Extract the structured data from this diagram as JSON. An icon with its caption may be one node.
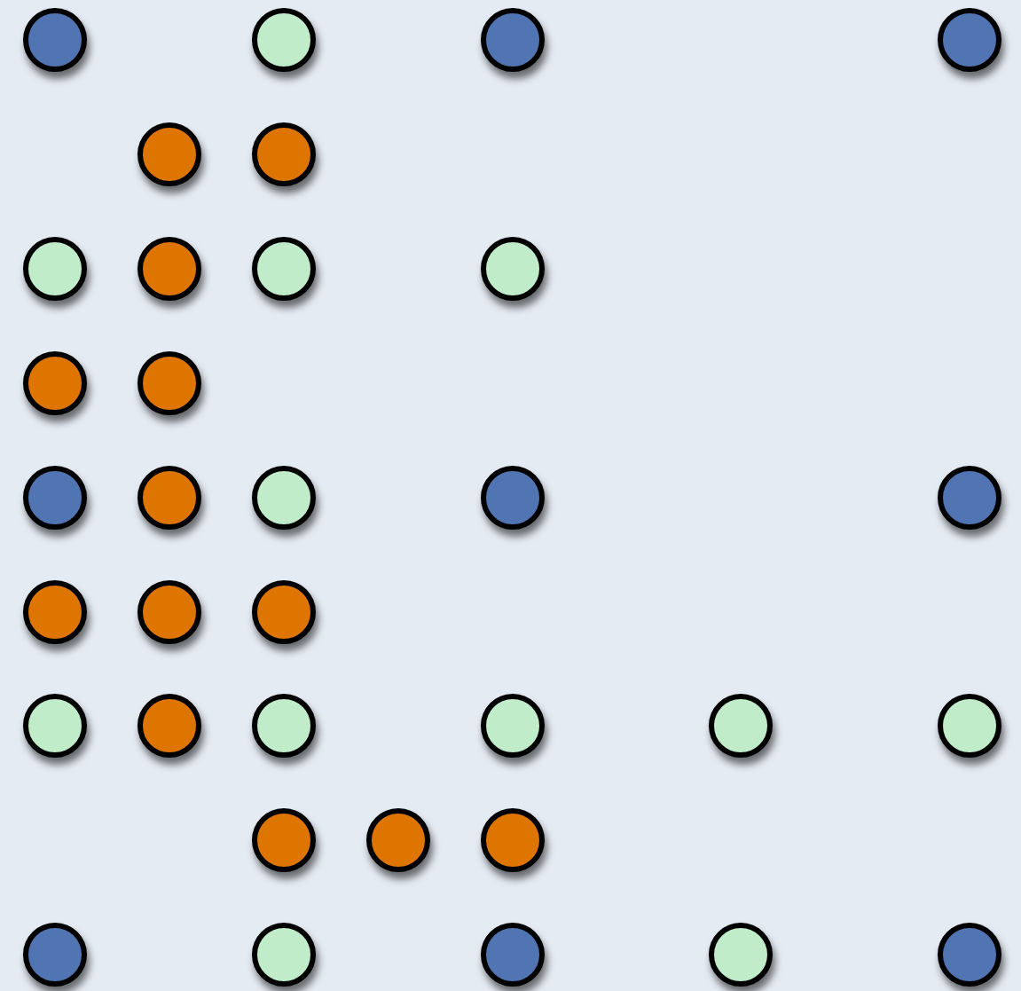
{
  "diagram": {
    "nodes": [
      {
        "text": [],
        "shape": "circle"
      },
      {
        "text": [],
        "shape": "circle"
      },
      {
        "text": [],
        "shape": "circle"
      },
      {
        "text": [],
        "shape": "circle"
      },
      {
        "text": [],
        "shape": "circle"
      },
      {
        "text": [],
        "shape": "circle"
      },
      {
        "text": [],
        "shape": "circle"
      },
      {
        "text": [],
        "shape": "circle"
      },
      {
        "text": [],
        "shape": "circle"
      },
      {
        "text": [],
        "shape": "circle"
      },
      {
        "text": [],
        "shape": "circle"
      },
      {
        "text": [],
        "shape": "circle"
      },
      {
        "text": [],
        "shape": "circle"
      },
      {
        "text": [],
        "shape": "circle"
      },
      {
        "text": [],
        "shape": "circle"
      },
      {
        "text": [],
        "shape": "circle"
      },
      {
        "text": [],
        "shape": "circle"
      },
      {
        "text": [],
        "shape": "circle"
      },
      {
        "text": [],
        "shape": "circle"
      },
      {
        "text": [],
        "shape": "circle"
      },
      {
        "text": [],
        "shape": "circle"
      },
      {
        "text": [],
        "shape": "circle"
      },
      {
        "text": [],
        "shape": "circle"
      },
      {
        "text": [],
        "shape": "circle"
      },
      {
        "text": [],
        "shape": "circle"
      },
      {
        "text": [],
        "shape": "circle"
      },
      {
        "text": [],
        "shape": "circle"
      },
      {
        "text": [],
        "shape": "circle"
      },
      {
        "text": [],
        "shape": "circle"
      },
      {
        "text": [],
        "shape": "circle"
      },
      {
        "text": [],
        "shape": "circle"
      },
      {
        "text": [],
        "shape": "circle"
      },
      {
        "text": [],
        "shape": "circle"
      },
      {
        "text": [],
        "shape": "circle"
      }
    ]
  }
}
